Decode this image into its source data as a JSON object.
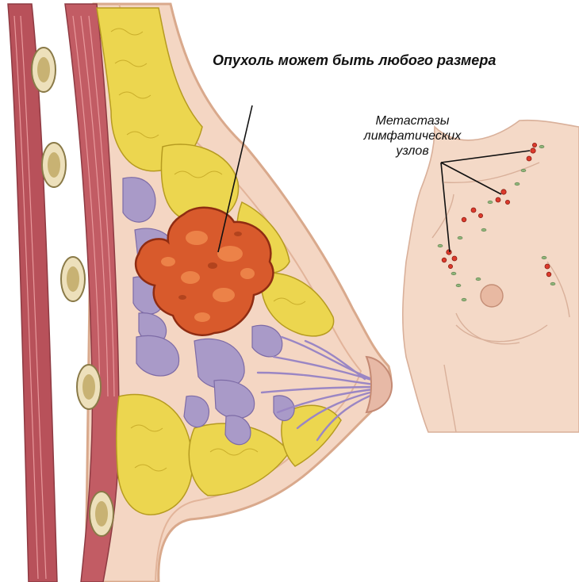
{
  "labels": {
    "tumor": "Опухоль может быть любого размера",
    "metastases_lines": [
      "Метастазы",
      "лимфатических",
      "узлов"
    ]
  },
  "colors": {
    "skin": "#f4d6c3",
    "skin_edge": "#d9a98c",
    "muscle": "#b8515a",
    "muscle_light": "#d77a7e",
    "rib": "#ede0bb",
    "rib_core": "#b19a5a",
    "fat": "#ecd64f",
    "fat_edge": "#b69b20",
    "gland": "#a99ac8",
    "duct": "#9a86c4",
    "tumor": "#d85a2c",
    "tumor_edge": "#8f2c12",
    "node": "#dc3a2c",
    "node_green": "#8fb57a",
    "pointer": "#111111"
  },
  "icons": [
    "breast-cross-section-illustration",
    "torso-illustration",
    "tumor-illustration",
    "lymph-node-marker"
  ]
}
